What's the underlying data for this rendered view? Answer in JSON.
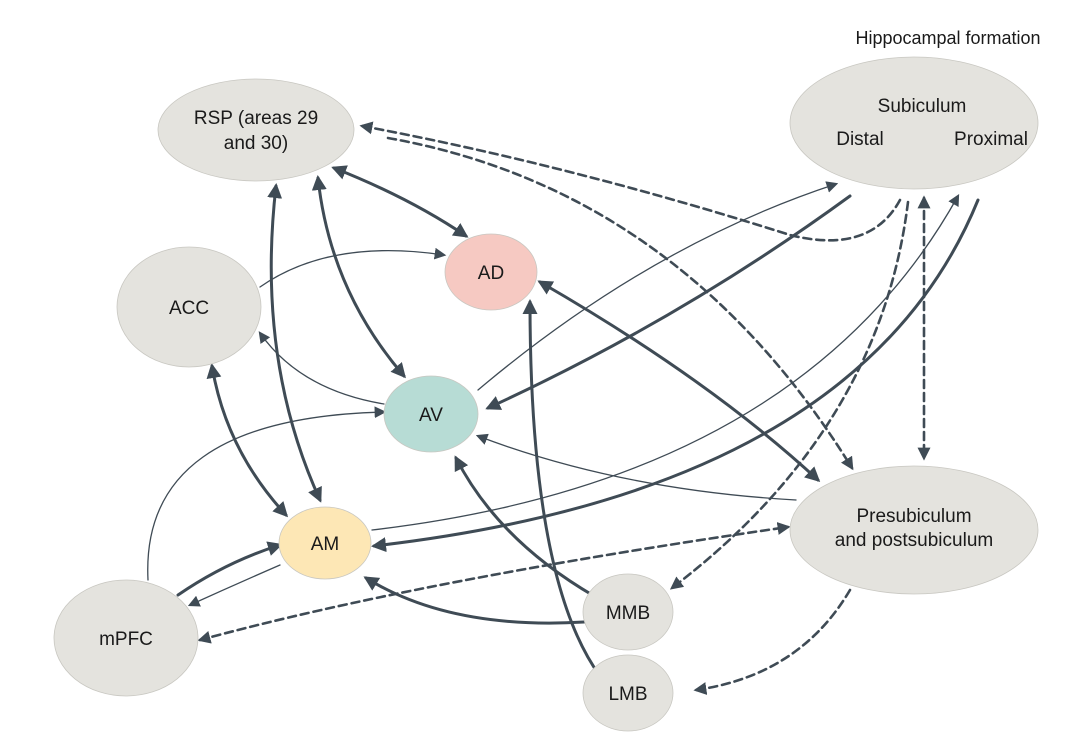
{
  "region": {
    "title": "Hippocampal formation"
  },
  "nodes": {
    "rsp": {
      "label_lines": [
        "RSP (areas 29",
        "and 30)"
      ],
      "color": "#e4e3de"
    },
    "subiculum": {
      "label": "Subiculum",
      "distal": "Distal",
      "proximal": "Proximal",
      "color": "#e4e3de"
    },
    "acc": {
      "label": "ACC",
      "color": "#e4e3de"
    },
    "ad": {
      "label": "AD",
      "color": "#f6c9c2"
    },
    "av": {
      "label": "AV",
      "color": "#b7dcd5"
    },
    "am": {
      "label": "AM",
      "color": "#fde7b5"
    },
    "presubiculum": {
      "label_lines": [
        "Presubiculum",
        "and postsubiculum"
      ],
      "color": "#e4e3de"
    },
    "mpfc": {
      "label": "mPFC",
      "color": "#e4e3de"
    },
    "mmb": {
      "label": "MMB",
      "color": "#e4e3de"
    },
    "lmb": {
      "label": "LMB",
      "color": "#e4e3de"
    }
  },
  "colors": {
    "arrow": "#3f4b55",
    "node_stroke": "#c8c7c1"
  }
}
